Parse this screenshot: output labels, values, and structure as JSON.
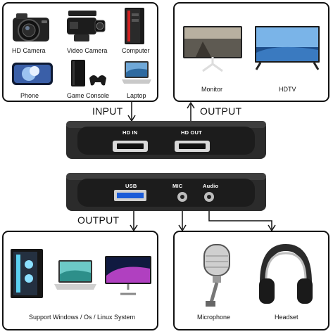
{
  "sources": {
    "hd_camera": "HD Camera",
    "video_camera": "Video Camera",
    "computer": "Computer",
    "phone": "Phone",
    "game_console": "Game Console",
    "laptop": "Laptop"
  },
  "displays": {
    "monitor": "Monitor",
    "hdtv": "HDTV"
  },
  "flow": {
    "input": "INPUT",
    "output_top": "OUTPUT",
    "output_bottom": "OUTPUT"
  },
  "device_front": {
    "hd_in": "HD IN",
    "hd_out": "HD OUT"
  },
  "device_back": {
    "usb": "USB",
    "mic": "MIC",
    "audio": "Audio"
  },
  "systems": {
    "caption": "Support Windows / Os / Linux System"
  },
  "audio_devices": {
    "microphone": "Microphone",
    "headset": "Headset"
  }
}
